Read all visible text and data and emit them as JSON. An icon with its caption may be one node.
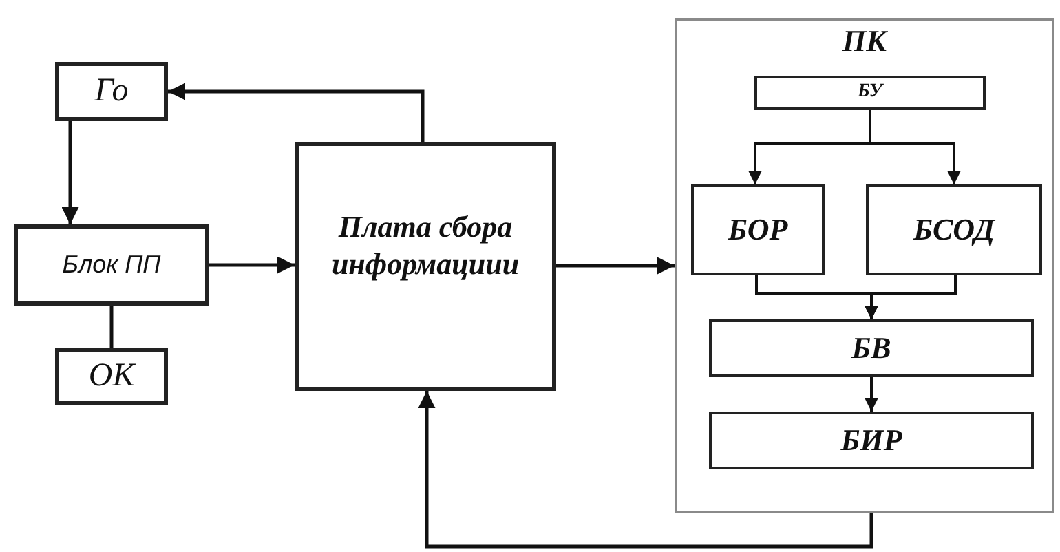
{
  "diagram": {
    "nodes": [
      {
        "text": [
          "Го"
        ]
      },
      {
        "text": [
          "Блок ПП"
        ]
      },
      {
        "text": [
          "ОК"
        ]
      },
      {
        "text": [
          "Плата сбора информациии"
        ]
      },
      {
        "text": [
          "ПК"
        ]
      },
      {
        "text": [
          "БУ"
        ],
        "in": 4
      },
      {
        "text": [
          "БОР"
        ],
        "in": 4
      },
      {
        "text": [
          "БСОД"
        ],
        "in": 4
      },
      {
        "text": [
          "БВ"
        ],
        "in": 4
      },
      {
        "text": [
          "БИР"
        ],
        "in": 4
      }
    ],
    "edges": [
      {
        "from": 3,
        "to": 0,
        "arrow": "to"
      },
      {
        "from": 0,
        "to": 1,
        "arrow": "to"
      },
      {
        "from": 1,
        "to": 2,
        "arrow": "none"
      },
      {
        "from": 1,
        "to": 3,
        "arrow": "to"
      },
      {
        "from": 3,
        "to": 4,
        "arrow": "to"
      },
      {
        "from": 5,
        "to": 6,
        "arrow": "to"
      },
      {
        "from": 5,
        "to": 7,
        "arrow": "to"
      },
      {
        "from": 6,
        "to": 8,
        "arrow": "to"
      },
      {
        "from": 7,
        "to": 8,
        "arrow": "to"
      },
      {
        "from": 8,
        "to": 9,
        "arrow": "to"
      },
      {
        "from": 4,
        "to": 3,
        "arrow": "to"
      }
    ]
  }
}
